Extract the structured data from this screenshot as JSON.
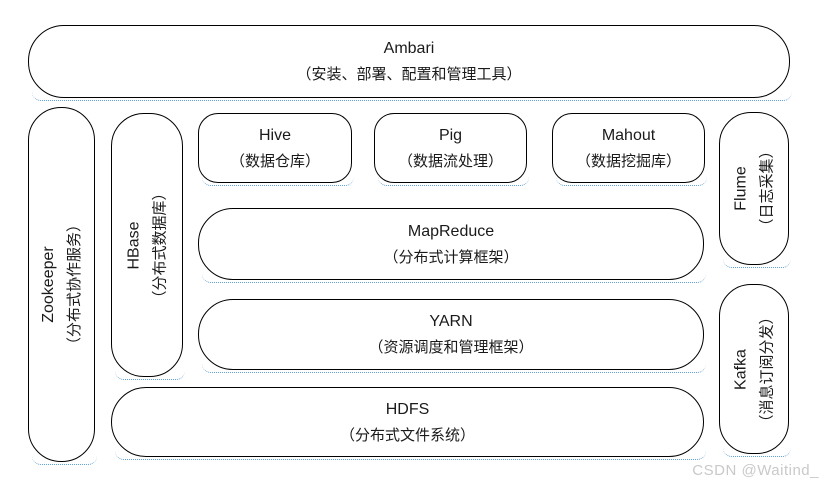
{
  "nodes": {
    "ambari": {
      "name": "Ambari",
      "desc": "（安装、部署、配置和管理工具）"
    },
    "zookeeper": {
      "name": "Zookeeper",
      "desc": "（分布式协作服务）"
    },
    "hbase": {
      "name": "HBase",
      "desc": "（分布式数据库）"
    },
    "hive": {
      "name": "Hive",
      "desc": "（数据仓库）"
    },
    "pig": {
      "name": "Pig",
      "desc": "（数据流处理）"
    },
    "mahout": {
      "name": "Mahout",
      "desc": "（数据挖掘库）"
    },
    "mapreduce": {
      "name": "MapReduce",
      "desc": "（分布式计算框架）"
    },
    "yarn": {
      "name": "YARN",
      "desc": "（资源调度和管理框架）"
    },
    "hdfs": {
      "name": "HDFS",
      "desc": "（分布式文件系统）"
    },
    "flume": {
      "name": "Flume",
      "desc": "（日志采集）"
    },
    "kafka": {
      "name": "Kafka",
      "desc": "（消息订阅分发）"
    }
  },
  "watermark": {
    "text": "CSDN @Waitind_"
  },
  "colors": {
    "border": "#000000",
    "shadow_dotted": "#5b9bd5",
    "background": "#ffffff",
    "text": "#1a1a1a",
    "watermark": "#c9c9c9"
  }
}
